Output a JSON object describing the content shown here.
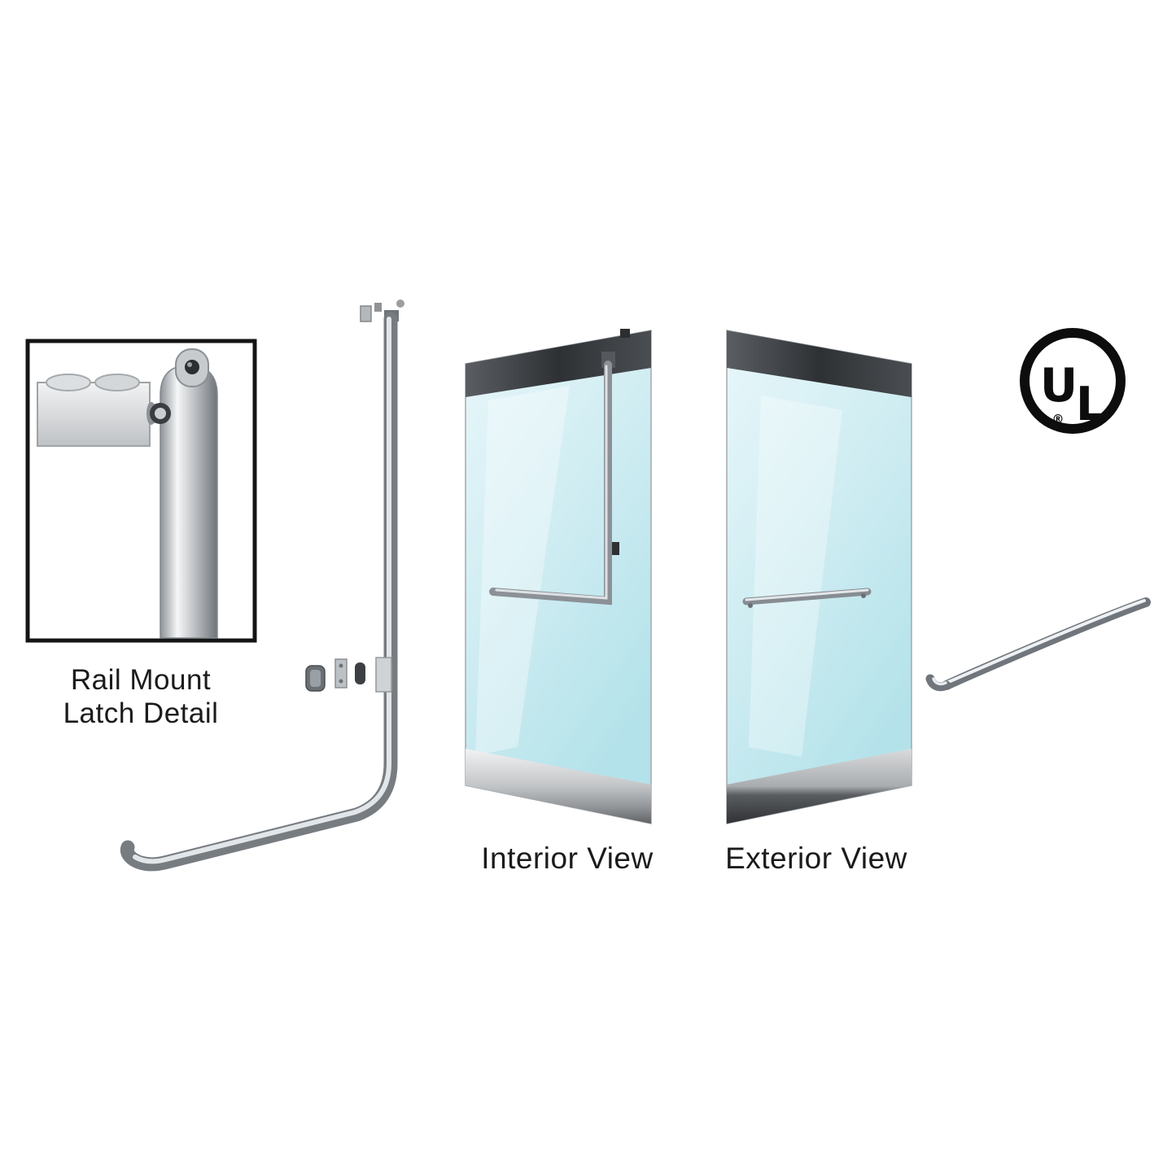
{
  "illustration": {
    "inset": {
      "label_line1": "Rail Mount",
      "label_line2": "Latch Detail"
    },
    "doors": {
      "interior_label": "Interior View",
      "exterior_label": "Exterior View"
    },
    "ul_logo": {
      "letter_u": "U",
      "letter_l": "L",
      "registered_mark": "®"
    },
    "colors": {
      "background": "#ffffff",
      "caption_text": "#1b1b1b",
      "inset_border": "#141414",
      "glass_light": "#e9f7fa",
      "glass_dark": "#b4e2ea",
      "door_top_rail_dark": "#2e3134",
      "door_bottom_rail_metal": "#c2c5c7",
      "chrome_highlight": "#f2f5f6",
      "chrome_shadow": "#70767c",
      "ul_black": "#0d0d0d"
    }
  }
}
